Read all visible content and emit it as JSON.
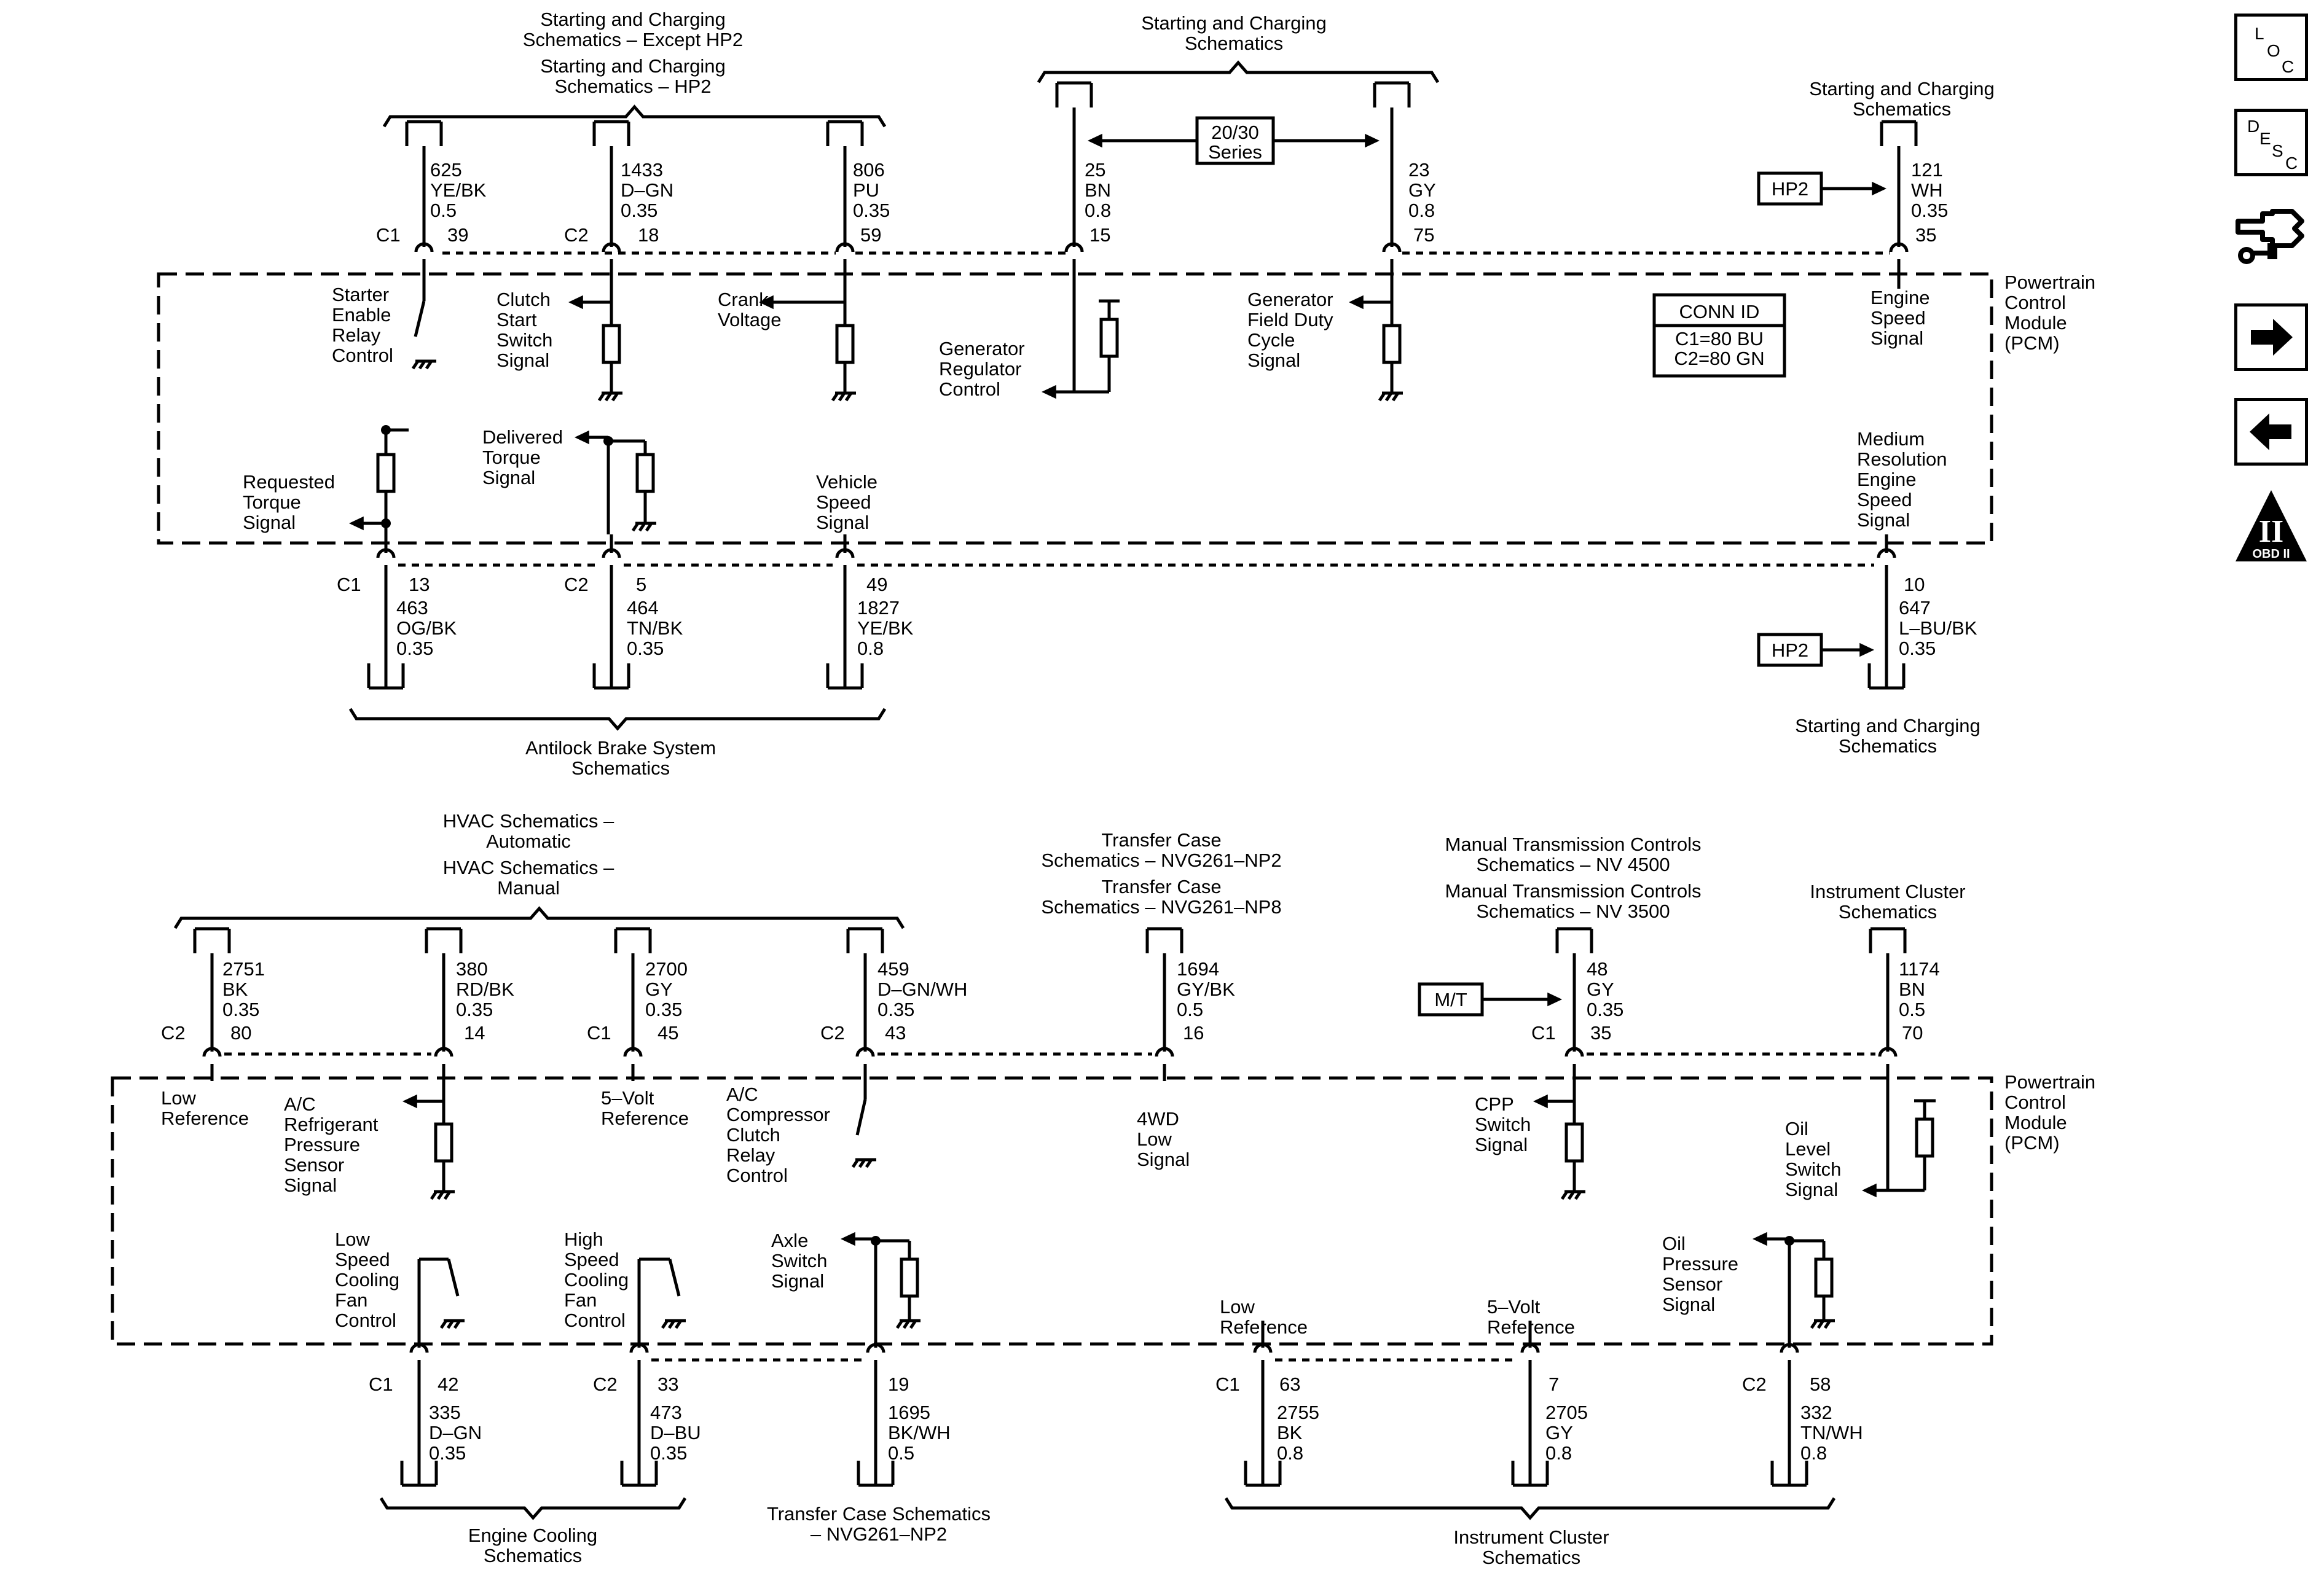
{
  "sidebar": {
    "loc": [
      "L",
      "O",
      "C"
    ],
    "desc": [
      "D",
      "E",
      "S",
      "C"
    ],
    "obd_label": "OBD II",
    "obd_numeral": "II"
  },
  "module": {
    "name": [
      "Powertrain",
      "Control",
      "Module",
      "(PCM)"
    ]
  },
  "connectors": {
    "c1": "C1",
    "c2": "C2"
  },
  "conn_id": {
    "title": "CONN ID",
    "c1": "C1=80 BU",
    "c2": "C2=80 GN"
  },
  "top": {
    "group_left": [
      "Starting and Charging",
      "Schematics – Except HP2",
      "Starting and Charging",
      "Schematics – HP2"
    ],
    "group_mid": [
      "Starting and Charging",
      "Schematics"
    ],
    "group_right": [
      "Starting and Charging",
      "Schematics"
    ],
    "series": [
      "20/30",
      "Series"
    ],
    "hp2": "HP2",
    "wires": [
      {
        "circuit": "625",
        "color": "YE/BK",
        "gauge": "0.5",
        "pin": "39"
      },
      {
        "circuit": "1433",
        "color": "D–GN",
        "gauge": "0.35",
        "pin": "18"
      },
      {
        "circuit": "806",
        "color": "PU",
        "gauge": "0.35",
        "pin": "59"
      },
      {
        "circuit": "25",
        "color": "BN",
        "gauge": "0.8",
        "pin": "15"
      },
      {
        "circuit": "23",
        "color": "GY",
        "gauge": "0.8",
        "pin": "75"
      },
      {
        "circuit": "121",
        "color": "WH",
        "gauge": "0.35",
        "pin": "35"
      }
    ],
    "signals": {
      "starter": [
        "Starter",
        "Enable",
        "Relay",
        "Control"
      ],
      "clutch": [
        "Clutch",
        "Start",
        "Switch",
        "Signal"
      ],
      "crank": [
        "Crank",
        "Voltage"
      ],
      "gen_reg": [
        "Generator",
        "Regulator",
        "Control"
      ],
      "gen_field": [
        "Generator",
        "Field Duty",
        "Cycle",
        "Signal"
      ],
      "engine_speed": [
        "Engine",
        "Speed",
        "Signal"
      ],
      "req_torque": [
        "Requested",
        "Torque",
        "Signal"
      ],
      "del_torque": [
        "Delivered",
        "Torque",
        "Signal"
      ],
      "veh_speed": [
        "Vehicle",
        "Speed",
        "Signal"
      ],
      "med_res": [
        "Medium",
        "Resolution",
        "Engine",
        "Speed",
        "Signal"
      ]
    },
    "bottom_wires": [
      {
        "circuit": "463",
        "color": "OG/BK",
        "gauge": "0.35",
        "pin": "13"
      },
      {
        "circuit": "464",
        "color": "TN/BK",
        "gauge": "0.35",
        "pin": "5"
      },
      {
        "circuit": "1827",
        "color": "YE/BK",
        "gauge": "0.8",
        "pin": "49"
      },
      {
        "circuit": "647",
        "color": "L–BU/BK",
        "gauge": "0.35",
        "pin": "10"
      }
    ],
    "bottom_group_left": [
      "Antilock Brake System",
      "Schematics"
    ],
    "bottom_group_right": [
      "Starting and Charging",
      "Schematics"
    ]
  },
  "bottom": {
    "group_hvac": [
      "HVAC Schematics –",
      "Automatic",
      "HVAC Schematics –",
      "Manual"
    ],
    "group_tc": [
      "Transfer Case",
      "Schematics – NVG261–NP2",
      "Transfer Case",
      "Schematics – NVG261–NP8"
    ],
    "group_mt": [
      "Manual Transmission Controls",
      "Schematics – NV 4500",
      "Manual Transmission Controls",
      "Schematics – NV 3500"
    ],
    "group_ic": [
      "Instrument Cluster",
      "Schematics"
    ],
    "mt": "M/T",
    "wires": [
      {
        "circuit": "2751",
        "color": "BK",
        "gauge": "0.35",
        "pin": "80"
      },
      {
        "circuit": "380",
        "color": "RD/BK",
        "gauge": "0.35",
        "pin": "14"
      },
      {
        "circuit": "2700",
        "color": "GY",
        "gauge": "0.35",
        "pin": "45"
      },
      {
        "circuit": "459",
        "color": "D–GN/WH",
        "gauge": "0.35",
        "pin": "43"
      },
      {
        "circuit": "1694",
        "color": "GY/BK",
        "gauge": "0.5",
        "pin": "16"
      },
      {
        "circuit": "48",
        "color": "GY",
        "gauge": "0.35",
        "pin": "35"
      },
      {
        "circuit": "1174",
        "color": "BN",
        "gauge": "0.5",
        "pin": "70"
      }
    ],
    "signals": {
      "low_ref": [
        "Low",
        "Reference"
      ],
      "ac_ref": [
        "A/C",
        "Refrigerant",
        "Pressure",
        "Sensor",
        "Signal"
      ],
      "five_v": [
        "5–Volt",
        "Reference"
      ],
      "ac_comp": [
        "A/C",
        "Compressor",
        "Clutch",
        "Relay",
        "Control"
      ],
      "fourwd": [
        "4WD",
        "Low",
        "Signal"
      ],
      "cpp": [
        "CPP",
        "Switch",
        "Signal"
      ],
      "oil_level": [
        "Oil",
        "Level",
        "Switch",
        "Signal"
      ],
      "low_fan": [
        "Low",
        "Speed",
        "Cooling",
        "Fan",
        "Control"
      ],
      "high_fan": [
        "High",
        "Speed",
        "Cooling",
        "Fan",
        "Control"
      ],
      "axle": [
        "Axle",
        "Switch",
        "Signal"
      ],
      "low_ref2": [
        "Low",
        "Reference"
      ],
      "five_v2": [
        "5–Volt",
        "Reference"
      ],
      "oil_press": [
        "Oil",
        "Pressure",
        "Sensor",
        "Signal"
      ]
    },
    "bottom_wires": [
      {
        "circuit": "335",
        "color": "D–GN",
        "gauge": "0.35",
        "pin": "42"
      },
      {
        "circuit": "473",
        "color": "D–BU",
        "gauge": "0.35",
        "pin": "33"
      },
      {
        "circuit": "1695",
        "color": "BK/WH",
        "gauge": "0.5",
        "pin": "19"
      },
      {
        "circuit": "2755",
        "color": "BK",
        "gauge": "0.8",
        "pin": "63"
      },
      {
        "circuit": "2705",
        "color": "GY",
        "gauge": "0.8",
        "pin": "7"
      },
      {
        "circuit": "332",
        "color": "TN/WH",
        "gauge": "0.8",
        "pin": "58"
      }
    ],
    "group_ec": [
      "Engine Cooling",
      "Schematics"
    ],
    "group_tc_bottom": [
      "Transfer Case Schematics",
      "– NVG261–NP2"
    ],
    "group_ic_bottom": [
      "Instrument Cluster",
      "Schematics"
    ]
  }
}
